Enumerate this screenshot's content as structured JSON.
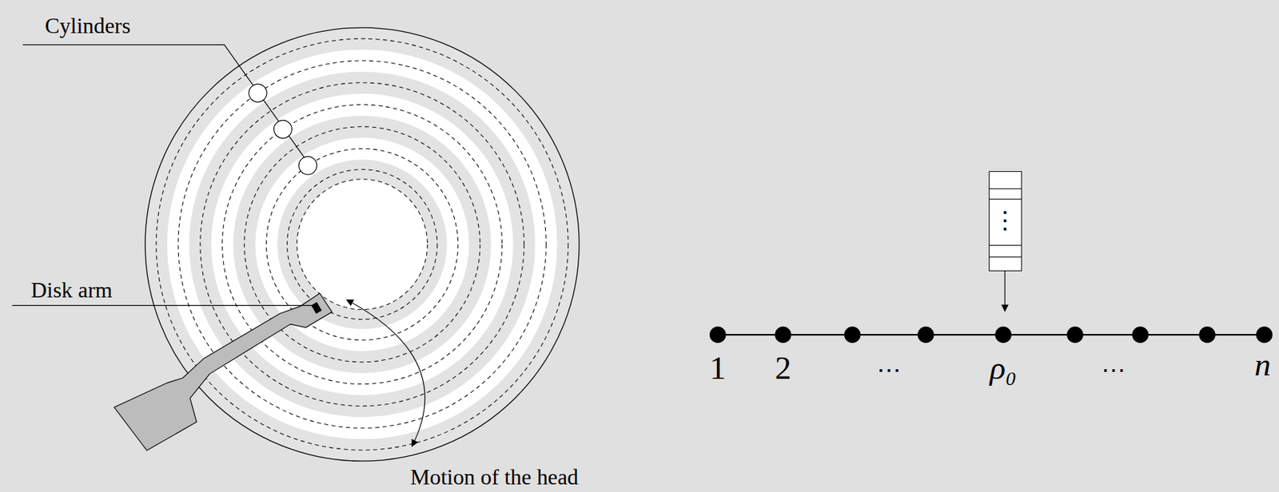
{
  "diagram": {
    "nodes": [
      {
        "text": [
          "⋮"
        ]
      }
    ],
    "labels": [
      "Cylinders",
      "Disk arm",
      "Motion of the head",
      "1",
      "2",
      "⋯",
      "ρ₀",
      "⋯",
      "n"
    ]
  }
}
